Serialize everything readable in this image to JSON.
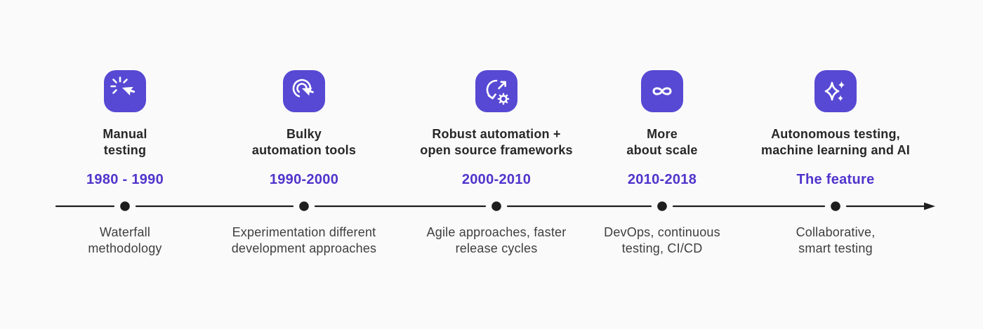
{
  "page": {
    "background": "#fafafa",
    "kind": "testing-evolution-timeline"
  },
  "colors": {
    "accent_purple": "#5749d3",
    "date_purple": "#5134cc",
    "title_dark": "#272727",
    "desc_gray": "#3e3e3e",
    "line_black": "#1e1e1e",
    "icon_glyph": "#ffffff",
    "page_background": "#fafafa"
  },
  "timeline": {
    "direction": "left-to-right-arrow",
    "milestones": [
      {
        "icon": "cursor-click-icon",
        "title": "Manual\ntesting",
        "period": "1980 - 1990",
        "description": "Waterfall\nmethodology"
      },
      {
        "icon": "cursor-ripple-icon",
        "title": "Bulky\nautomation tools",
        "period": "1990-2000",
        "description": "Experimentation different\ndevelopment approaches"
      },
      {
        "icon": "automation-gear-icon",
        "title": "Robust automation +\nopen source frameworks",
        "period": "2000-2010",
        "description": "Agile approaches, faster\nrelease cycles"
      },
      {
        "icon": "infinity-icon",
        "title": "More\nabout scale",
        "period": "2010-2018",
        "description": "DevOps, continuous\ntesting, CI/CD"
      },
      {
        "icon": "sparkles-icon",
        "title": "Autonomous testing,\nmachine learning and AI",
        "period": "The feature",
        "description": "Collaborative,\nsmart testing"
      }
    ]
  }
}
